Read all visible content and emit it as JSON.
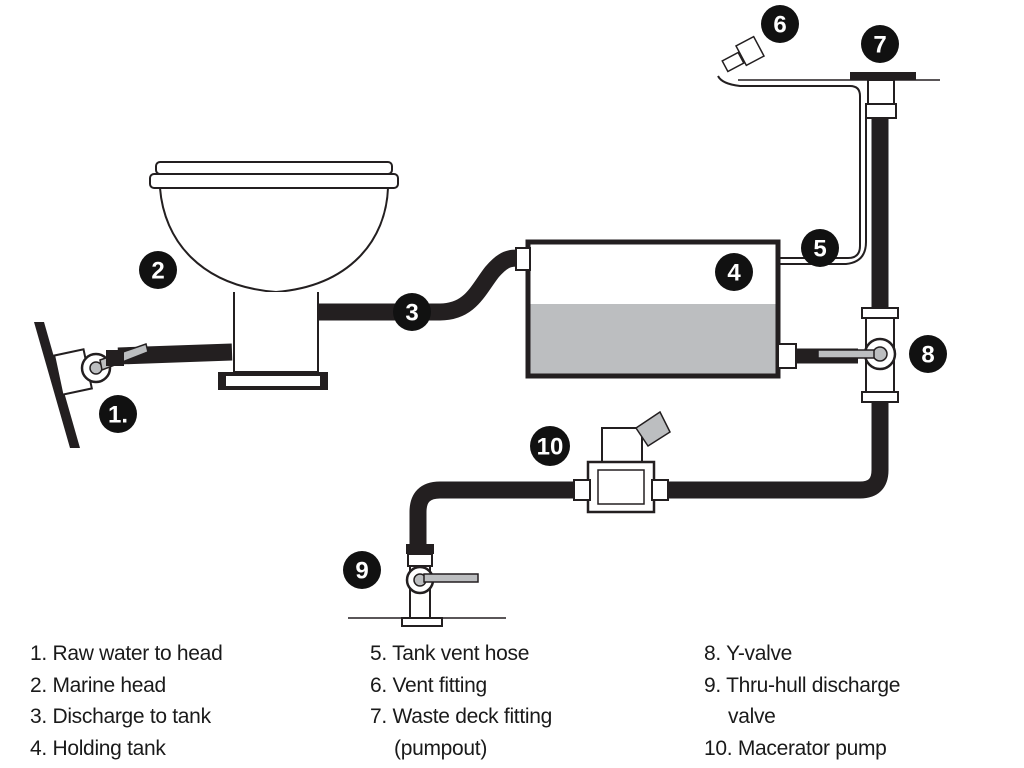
{
  "callouts": [
    {
      "id": 1,
      "label": "1."
    },
    {
      "id": 2,
      "label": "2"
    },
    {
      "id": 3,
      "label": "3"
    },
    {
      "id": 4,
      "label": "4"
    },
    {
      "id": 5,
      "label": "5"
    },
    {
      "id": 6,
      "label": "6"
    },
    {
      "id": 7,
      "label": "7"
    },
    {
      "id": 8,
      "label": "8"
    },
    {
      "id": 9,
      "label": "9"
    },
    {
      "id": 10,
      "label": "10"
    }
  ],
  "legend": {
    "col1": [
      "1. Raw water to head",
      "2. Marine head",
      "3. Discharge to tank",
      "4. Holding tank"
    ],
    "col2": [
      "5. Tank vent hose",
      "6. Vent fitting",
      "7. Waste deck fitting",
      "(pumpout)"
    ],
    "col3": [
      "8. Y-valve",
      "9. Thru-hull discharge",
      "valve",
      "10. Macerator pump"
    ]
  },
  "colors": {
    "hose": "#231f20",
    "tank_liquid": "#bcbec0",
    "outline": "#231f20",
    "fitting_fill": "#ffffff",
    "badge": "#111111"
  }
}
